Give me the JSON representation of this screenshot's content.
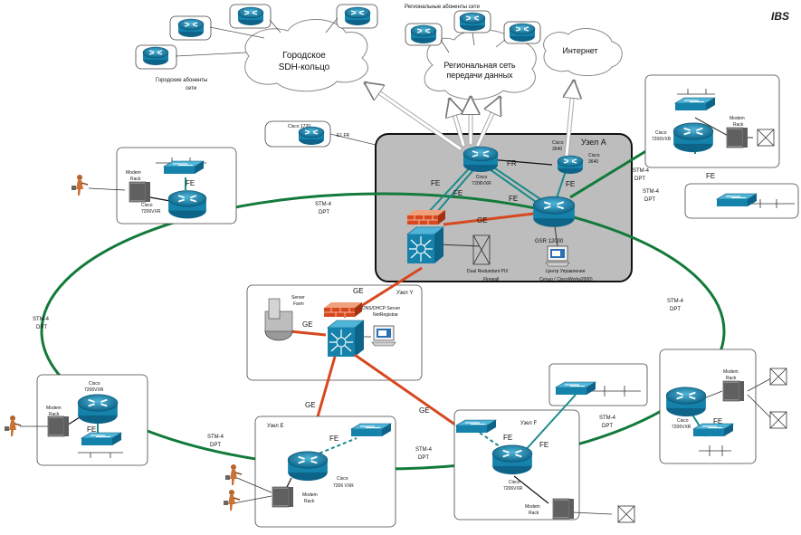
{
  "logo": "IBS",
  "clouds": {
    "city_ring": [
      "Городское",
      "SDH-кольцо"
    ],
    "regional_net": [
      "Региональная сеть",
      "передачи данных"
    ],
    "internet": "Интернет"
  },
  "labels": {
    "city_subscribers": [
      "Городские абоненты",
      "сети"
    ],
    "regional_subscribers": "Региональные абоненты сети",
    "cisco_1720": "Cisco 1720",
    "e1_fr": "E1 FR",
    "node_a": "Узел  А",
    "node_y": "Узел Y",
    "node_e": "Узел E",
    "node_f": "Узел F",
    "cisco_7206vxr": [
      "Cisco",
      "7206VXR"
    ],
    "cisco_7206_vxr_e": [
      "Cisco",
      "7206 VXR"
    ],
    "cisco_3640_a": [
      "Cisco",
      "3640"
    ],
    "cisco_3640_b": [
      "Cisco",
      "3640"
    ],
    "gsr": "GSR 12000",
    "pix": [
      "Dual Redundant PIX",
      "Firewall"
    ],
    "mgmt": [
      "Центр Управления",
      "Сетью ( CiscoWorks2000)"
    ],
    "server_farm": [
      "Server",
      "Farm"
    ],
    "dns": [
      "DNS/DHCP Server",
      "NetRegistrar"
    ],
    "modem_rack": [
      "Modem",
      "Rack"
    ],
    "fr": "FR",
    "fe": "FE",
    "ge": "GE",
    "stm4": [
      "STM-4",
      "DPT"
    ]
  },
  "icons": [
    "router-icon",
    "switch-icon",
    "multilayer-switch-icon",
    "firewall-icon",
    "modem-rack-icon",
    "pbx-icon",
    "user-icon",
    "server-farm-icon",
    "workstation-icon",
    "cloud-icon"
  ],
  "colors": {
    "ring": "#127a3a",
    "ge_link": "#d7481f",
    "fe_link": "#1d8a8a",
    "device": "#1c7fa8",
    "node_a_fill": "#bdbdbd"
  }
}
